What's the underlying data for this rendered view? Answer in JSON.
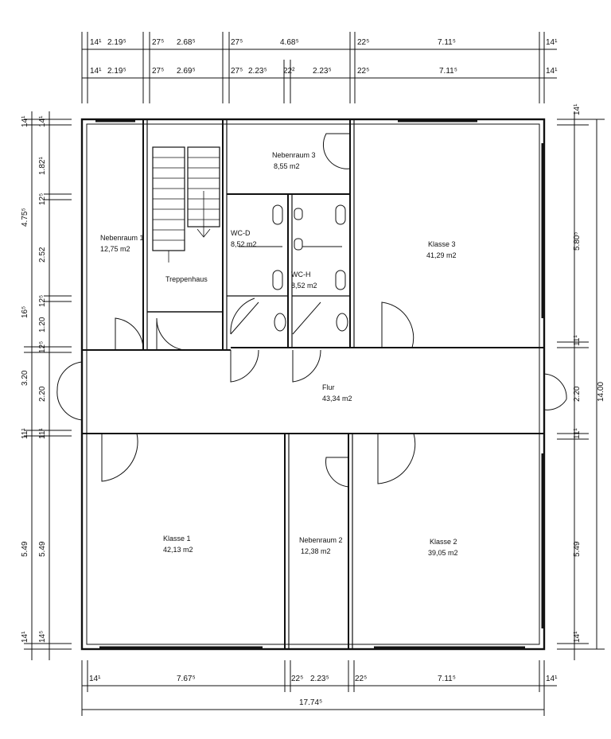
{
  "rooms": {
    "nebenraum1": {
      "name": "Nebenraum 1",
      "area": "12,75 m2"
    },
    "nebenraum3": {
      "name": "Nebenraum 3",
      "area": "8,55 m2"
    },
    "wc_d": {
      "name": "WC-D",
      "area": "8,52 m2"
    },
    "wc_h": {
      "name": "WC-H",
      "area": "8,52 m2"
    },
    "klasse3": {
      "name": "Klasse 3",
      "area": "41,29 m2"
    },
    "treppenhaus": {
      "name": "Treppenhaus"
    },
    "flur": {
      "name": "Flur",
      "area": "43,34 m2"
    },
    "klasse1": {
      "name": "Klasse 1",
      "area": "42,13 m2"
    },
    "nebenraum2": {
      "name": "Nebenraum 2",
      "area": "12,38 m2"
    },
    "klasse2": {
      "name": "Klasse 2",
      "area": "39,05 m2"
    }
  },
  "dims_top1": [
    "14¹",
    "2.19⁵",
    "27⁵",
    "2.68⁵",
    "27⁵",
    "4.68⁵",
    "22⁵",
    "7.11⁵",
    "14¹"
  ],
  "dims_top2": [
    "14¹",
    "2.19⁵",
    "27⁵",
    "2.69⁵",
    "27⁵",
    "2.23⁵",
    "22²",
    "2.23⁵",
    "22⁵",
    "7.11⁵",
    "14¹"
  ],
  "dims_bottom1": [
    "14¹",
    "7.67⁵",
    "22⁵",
    "2.23⁵",
    "22⁵",
    "7.11⁵",
    "14¹"
  ],
  "dims_bottom_total": "17.74⁵",
  "dims_left_outer": [
    "14¹",
    "4.75⁵",
    "16⁵",
    "3.20",
    "11¹",
    "5.49",
    "14¹"
  ],
  "dims_left_inner": [
    "14¹",
    "1.82¹",
    "12⁵",
    "2.52",
    "12⁵",
    "1.20",
    "12⁵",
    "2.20",
    "11¹",
    "5.49",
    "14⁵"
  ],
  "dims_right_inner": [
    "14¹",
    "5.80⁵",
    "11¹",
    "2.20",
    "11¹",
    "5.49",
    "14¹"
  ],
  "dims_right_total": "14.00"
}
